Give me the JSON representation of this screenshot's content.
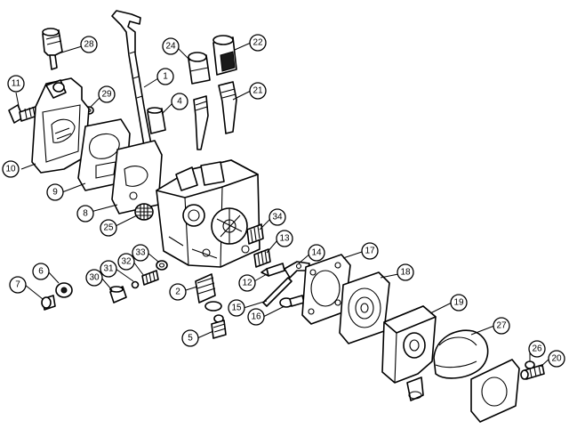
{
  "diagram": {
    "callouts": [
      {
        "id": "1",
        "label": "1"
      },
      {
        "id": "2",
        "label": "2"
      },
      {
        "id": "4",
        "label": "4"
      },
      {
        "id": "5",
        "label": "5"
      },
      {
        "id": "6",
        "label": "6"
      },
      {
        "id": "7",
        "label": "7"
      },
      {
        "id": "8",
        "label": "8"
      },
      {
        "id": "9",
        "label": "9"
      },
      {
        "id": "10",
        "label": "10"
      },
      {
        "id": "11",
        "label": "11"
      },
      {
        "id": "12",
        "label": "12"
      },
      {
        "id": "13",
        "label": "13"
      },
      {
        "id": "14",
        "label": "14"
      },
      {
        "id": "15",
        "label": "15"
      },
      {
        "id": "16",
        "label": "16"
      },
      {
        "id": "17",
        "label": "17"
      },
      {
        "id": "18",
        "label": "18"
      },
      {
        "id": "19",
        "label": "19"
      },
      {
        "id": "20",
        "label": "20"
      },
      {
        "id": "21",
        "label": "21"
      },
      {
        "id": "22",
        "label": "22"
      },
      {
        "id": "24",
        "label": "24"
      },
      {
        "id": "25",
        "label": "25"
      },
      {
        "id": "26",
        "label": "26"
      },
      {
        "id": "27",
        "label": "27"
      },
      {
        "id": "28",
        "label": "28"
      },
      {
        "id": "29",
        "label": "29"
      },
      {
        "id": "30",
        "label": "30"
      },
      {
        "id": "31",
        "label": "31"
      },
      {
        "id": "32",
        "label": "32"
      },
      {
        "id": "33",
        "label": "33"
      },
      {
        "id": "34",
        "label": "34"
      }
    ]
  }
}
